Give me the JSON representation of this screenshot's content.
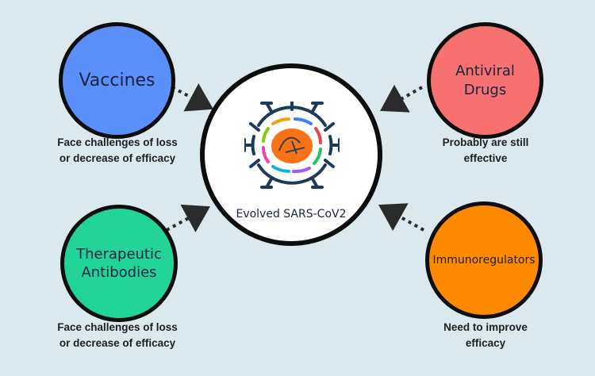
{
  "center": {
    "label": "Evolved SARS-CoV2",
    "icon": "virus-icon"
  },
  "nodes": {
    "vaccines": {
      "label": "Vaccines",
      "caption": "Face challenges of loss\nor decrease of efficacy",
      "color": "#5b8ff9"
    },
    "antiviral": {
      "label": "Antiviral\nDrugs",
      "caption": "Probably are still\neffective",
      "color": "#f87171"
    },
    "antibodies": {
      "label": "Therapeutic\nAntibodies",
      "caption": "Face challenges of loss\nor decrease of efficacy",
      "color": "#22d497"
    },
    "immuno": {
      "label": "Immunoregulators",
      "caption": "Need to improve\nefficacy",
      "color": "#ff8a00"
    }
  },
  "arrow_style": "dotted"
}
